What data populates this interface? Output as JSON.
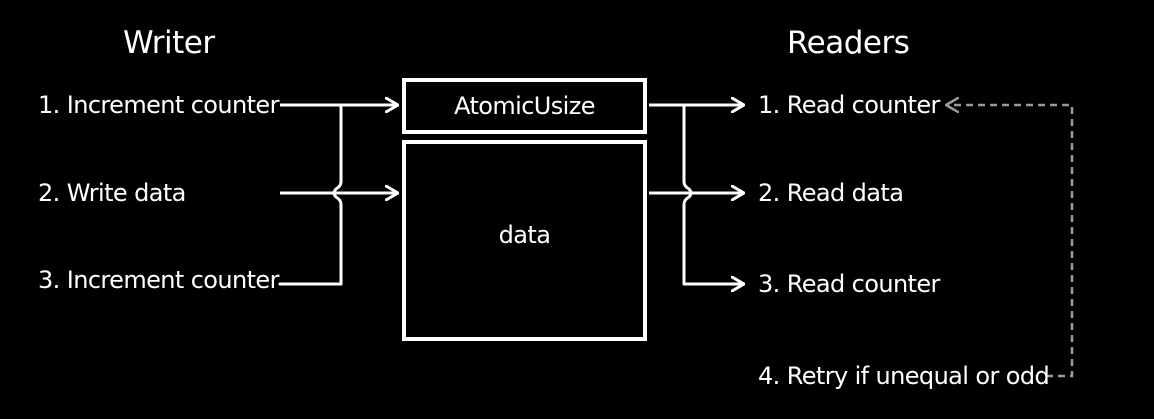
{
  "writer": {
    "heading": "Writer",
    "steps": [
      "1. Increment counter",
      "2. Write data",
      "3. Increment counter"
    ]
  },
  "readers": {
    "heading": "Readers",
    "steps": [
      "1. Read counter",
      "2. Read data",
      "3. Read counter",
      "4. Retry if unequal or odd"
    ]
  },
  "structure": {
    "counter_label": "AtomicUsize",
    "data_label": "data"
  },
  "colors": {
    "background": "#000000",
    "foreground": "#ffffff",
    "retry_line": "#9a9a9a"
  }
}
